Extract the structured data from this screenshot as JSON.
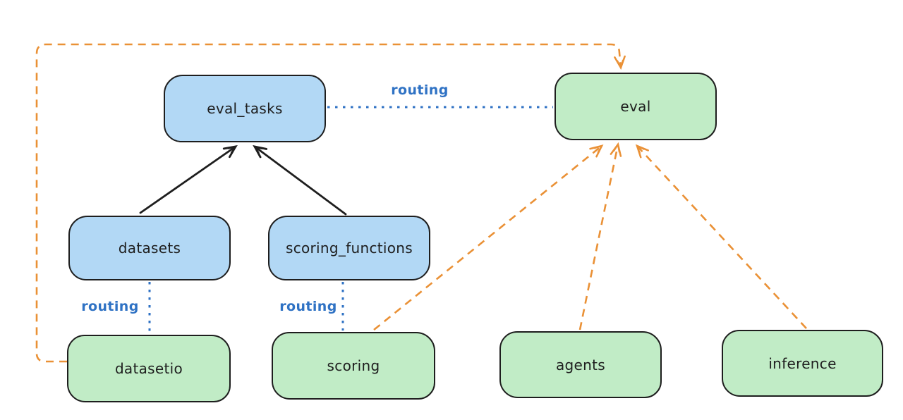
{
  "diagram": {
    "kind": "architecture-graph",
    "nodes": [
      {
        "id": "eval_tasks",
        "label": "eval_tasks",
        "group": "resource",
        "fill": "#b2d8f5"
      },
      {
        "id": "eval",
        "label": "eval",
        "group": "api",
        "fill": "#c1ecc6"
      },
      {
        "id": "datasets",
        "label": "datasets",
        "group": "resource",
        "fill": "#b2d8f5"
      },
      {
        "id": "scoring_functions",
        "label": "scoring_functions",
        "group": "resource",
        "fill": "#b2d8f5"
      },
      {
        "id": "datasetio",
        "label": "datasetio",
        "group": "api",
        "fill": "#c1ecc6"
      },
      {
        "id": "scoring",
        "label": "scoring",
        "group": "api",
        "fill": "#c1ecc6"
      },
      {
        "id": "agents",
        "label": "agents",
        "group": "api",
        "fill": "#c1ecc6"
      },
      {
        "id": "inference",
        "label": "inference",
        "group": "api",
        "fill": "#c1ecc6"
      }
    ],
    "edges": [
      {
        "from": "datasets",
        "to": "eval_tasks",
        "style": "solid",
        "color": "#1e1e1e",
        "arrow": true,
        "label": ""
      },
      {
        "from": "scoring_functions",
        "to": "eval_tasks",
        "style": "solid",
        "color": "#1e1e1e",
        "arrow": true,
        "label": ""
      },
      {
        "from": "eval_tasks",
        "to": "eval",
        "style": "dotted",
        "color": "#2f72c4",
        "arrow": false,
        "label": "routing"
      },
      {
        "from": "datasets",
        "to": "datasetio",
        "style": "dotted",
        "color": "#2f72c4",
        "arrow": false,
        "label": "routing"
      },
      {
        "from": "scoring_functions",
        "to": "scoring",
        "style": "dotted",
        "color": "#2f72c4",
        "arrow": false,
        "label": "routing"
      },
      {
        "from": "datasetio",
        "to": "eval",
        "style": "dashed",
        "color": "#ea9136",
        "arrow": true,
        "label": ""
      },
      {
        "from": "scoring",
        "to": "eval",
        "style": "dashed",
        "color": "#ea9136",
        "arrow": true,
        "label": ""
      },
      {
        "from": "agents",
        "to": "eval",
        "style": "dashed",
        "color": "#ea9136",
        "arrow": true,
        "label": ""
      },
      {
        "from": "inference",
        "to": "eval",
        "style": "dashed",
        "color": "#ea9136",
        "arrow": true,
        "label": ""
      }
    ],
    "colors": {
      "resource_fill": "#b2d8f5",
      "api_fill": "#c1ecc6",
      "stroke": "#1e1e1e",
      "routing_blue": "#2f72c4",
      "dependency_orange": "#ea9136",
      "background": "#ffffff"
    }
  }
}
